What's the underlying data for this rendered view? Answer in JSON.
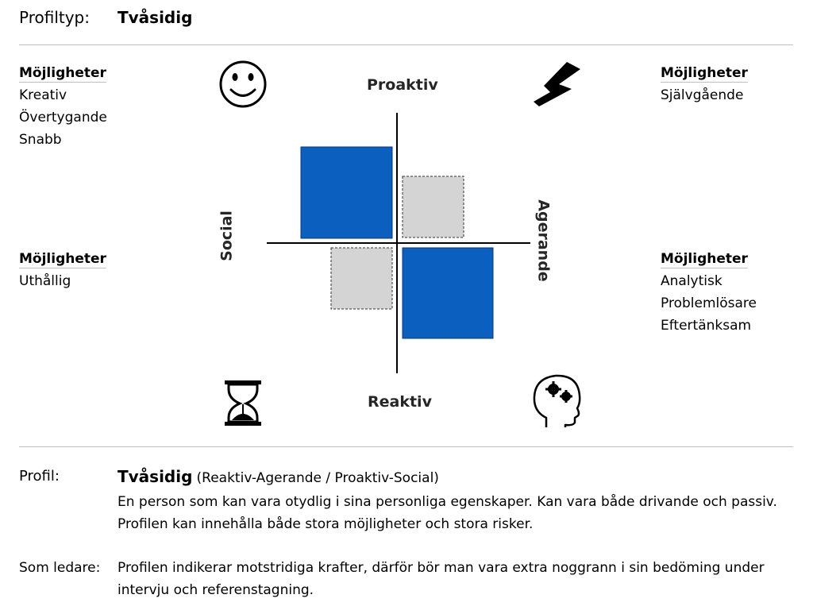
{
  "header": {
    "label": "Profiltyp:",
    "value": "Tvåsidig"
  },
  "diagram": {
    "axes": {
      "top": "Proaktiv",
      "bottom": "Reaktiv",
      "left": "Social",
      "right": "Agerande"
    },
    "quadrants": {
      "top_left": {
        "title": "Möjligheter",
        "items": [
          "Kreativ",
          "Övertygande",
          "Snabb"
        ],
        "icon": "smiley-icon"
      },
      "top_right": {
        "title": "Möjligheter",
        "items": [
          "Självgående"
        ],
        "icon": "lightning-icon"
      },
      "bottom_left": {
        "title": "Möjligheter",
        "items": [
          "Uthållig"
        ],
        "icon": "hourglass-icon"
      },
      "bottom_right": {
        "title": "Möjligheter",
        "items": [
          "Analytisk",
          "Problemlösare",
          "Eftertänksam"
        ],
        "icon": "head-gears-icon"
      }
    },
    "colors": {
      "active": "#0a5fbf",
      "inactive": "#d4d4d4"
    },
    "active_quadrants": [
      "proaktiv-social",
      "reaktiv-agerande"
    ]
  },
  "profile": {
    "label": "Profil:",
    "name": "Tvåsidig",
    "subtitle": "(Reaktiv-Agerande / Proaktiv-Social)",
    "description": "En person som kan vara otydlig i sina personliga egenskaper. Kan vara både drivande och passiv. Profilen kan innehålla både stora möjligheter och stora risker."
  },
  "leader": {
    "label": "Som ledare:",
    "text": "Profilen indikerar motstridiga krafter, därför bör man vara extra noggrann i sin bedöming under intervju och referenstagning."
  }
}
